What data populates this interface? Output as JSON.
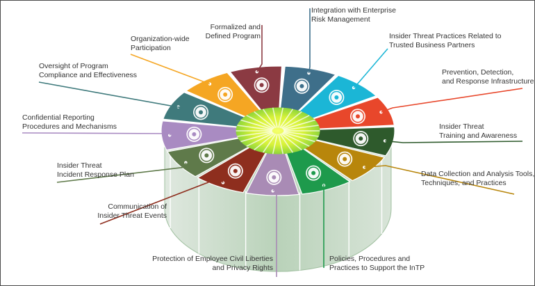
{
  "diagram": {
    "segments": [
      {
        "id": "formalized",
        "lines": [
          "Formalized and",
          "Defined Program"
        ],
        "color": "#8b3a42",
        "icon": "presentation-icon"
      },
      {
        "id": "integration",
        "lines": [
          "Integration with Enterprise",
          "Risk Management"
        ],
        "color": "#3e6f8a",
        "icon": "grid-icon"
      },
      {
        "id": "partners",
        "lines": [
          "Insider Threat Practices Related to",
          "Trusted Business Partners"
        ],
        "color": "#1bb6d6",
        "icon": "people-icon"
      },
      {
        "id": "prevention",
        "lines": [
          "Prevention, Detection,",
          "and Response Infrastructure"
        ],
        "color": "#e8472b",
        "icon": "device-icon"
      },
      {
        "id": "training",
        "lines": [
          "Insider Threat",
          "Training and Awareness"
        ],
        "color": "#2e5a2c",
        "icon": "graduation-cap-icon"
      },
      {
        "id": "datacollection",
        "lines": [
          "Data Collection and Analysis Tools,",
          "Techniques, and Practices"
        ],
        "color": "#b8860b",
        "icon": "wrench-icon"
      },
      {
        "id": "policies",
        "lines": [
          "Policies, Procedures and",
          "Practices to Support the InTP"
        ],
        "color": "#1e9a4c",
        "icon": "folder-icon"
      },
      {
        "id": "civil",
        "lines": [
          "Protection of Employee Civil Liberties",
          "and Privacy Rights"
        ],
        "color": "#a98bb5",
        "icon": "scales-icon"
      },
      {
        "id": "communication",
        "lines": [
          "Communication of",
          "Insider Threat Events"
        ],
        "color": "#8e2e1e",
        "icon": "bulletin-icon"
      },
      {
        "id": "response",
        "lines": [
          "Insider Threat",
          "Incident Response Plan"
        ],
        "color": "#5f7a4a",
        "icon": "umbrella-icon"
      },
      {
        "id": "confidential",
        "lines": [
          "Confidential Reporting",
          "Procedures and Mechanisms"
        ],
        "color": "#a98bc2",
        "icon": "prohibited-icon"
      },
      {
        "id": "oversight",
        "lines": [
          "Oversight of Program",
          "Compliance and Effectiveness"
        ],
        "color": "#3f7a7c",
        "icon": "eye-icon"
      },
      {
        "id": "participation",
        "lines": [
          "Organization-wide",
          "Participation"
        ],
        "color": "#f5a623",
        "icon": "org-chart-icon"
      }
    ]
  }
}
